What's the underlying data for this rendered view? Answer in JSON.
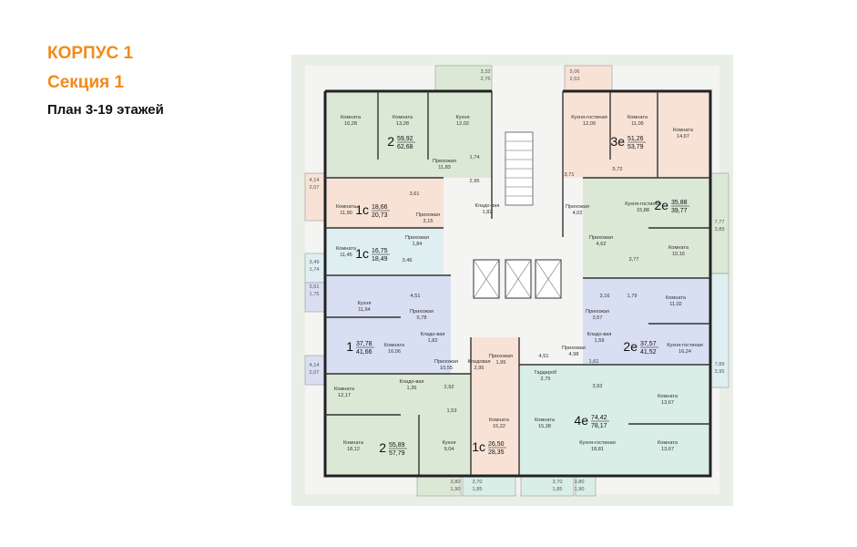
{
  "header": {
    "building": "КОРПУС 1",
    "section": "Секция 1",
    "plan": "План 3-19 этажей"
  },
  "colors": {
    "green": "#dbe8d6",
    "peach": "#f8e2d6",
    "blue": "#d9dff2",
    "lblue": "#dfeef0",
    "mint": "#d9eee6",
    "outer": "#e9efe6",
    "accent": "#f28a1a"
  },
  "apartments": [
    {
      "type": "2",
      "area": "59,92",
      "total": "62,68"
    },
    {
      "type": "1с",
      "area": "18,66",
      "total": "20,73"
    },
    {
      "type": "1с",
      "area": "16,75",
      "total": "18,49"
    },
    {
      "type": "1",
      "area": "37,78",
      "total": "41,66"
    },
    {
      "type": "2",
      "area": "55,89",
      "total": "57,79"
    },
    {
      "type": "1с",
      "area": "26,50",
      "total": "28,35"
    },
    {
      "type": "4е",
      "area": "74,42",
      "total": "78,17"
    },
    {
      "type": "2е",
      "area": "37,57",
      "total": "41,52"
    },
    {
      "type": "2е",
      "area": "35,88",
      "total": "39,77"
    },
    {
      "type": "3е",
      "area": "51,26",
      "total": "53,79"
    }
  ],
  "rooms": [
    {
      "name": "Комната",
      "area": "16,28"
    },
    {
      "name": "Комната",
      "area": "13,28"
    },
    {
      "name": "Кухня",
      "area": "12,02"
    },
    {
      "name": "Прихожая",
      "area": "11,83"
    },
    {
      "name": "Комната",
      "area": "11,90"
    },
    {
      "name": "Прихожая",
      "area": "3,15"
    },
    {
      "name": "Кладо-вая",
      "area": "1,82"
    },
    {
      "name": "Прихожая",
      "area": "1,84"
    },
    {
      "name": "Комната",
      "area": "11,45"
    },
    {
      "name": "Кухня",
      "area": "11,64"
    },
    {
      "name": "Прихожая",
      "area": "5,78"
    },
    {
      "name": "Комната",
      "area": "16,06"
    },
    {
      "name": "Кладо-вая",
      "area": "1,82"
    },
    {
      "name": "Прихожая",
      "area": "10,55"
    },
    {
      "name": "Кладо-вая",
      "area": "1,36"
    },
    {
      "name": "Комната",
      "area": "12,17"
    },
    {
      "name": "Комната",
      "area": "18,12"
    },
    {
      "name": "Кухня",
      "area": "9,04"
    },
    {
      "name": "Кладовая",
      "area": "2,95"
    },
    {
      "name": "Прихожая",
      "area": "1,95"
    },
    {
      "name": "Комната",
      "area": "15,22"
    },
    {
      "name": "Гардероб",
      "area": "2,75"
    },
    {
      "name": "Комната",
      "area": "15,38"
    },
    {
      "name": "Прихожая",
      "area": "4,98"
    },
    {
      "name": "Кухня-гостиная",
      "area": "18,81"
    },
    {
      "name": "Комната",
      "area": "13,67"
    },
    {
      "name": "Комната",
      "area": "13,67"
    },
    {
      "name": "Кухня-гостиная",
      "area": "16,24"
    },
    {
      "name": "Комната",
      "area": "11,02"
    },
    {
      "name": "Кладо-вая",
      "area": "1,59"
    },
    {
      "name": "Прихожая",
      "area": "3,57"
    },
    {
      "name": "Комната",
      "area": "10,16"
    },
    {
      "name": "Прихожая",
      "area": "4,62"
    },
    {
      "name": "Кухня-гостиная",
      "area": "15,88"
    },
    {
      "name": "Прихожая",
      "area": "4,02"
    },
    {
      "name": "Кухня-гостиная",
      "area": "12,09"
    },
    {
      "name": "Комната",
      "area": "11,05"
    },
    {
      "name": "Комната",
      "area": "14,67"
    }
  ],
  "small_areas": [
    "1,74",
    "2,95",
    "3,61",
    "3,46",
    "4,51",
    "2,92",
    "1,53",
    "4,51",
    "1,61",
    "3,92",
    "3,16",
    "1,79",
    "3,77",
    "3,71",
    "5,72"
  ],
  "balconies": [
    {
      "a": "3,32",
      "b": "2,76"
    },
    {
      "a": "5,06",
      "b": "2,53"
    },
    {
      "a": "4,14",
      "b": "2,07"
    },
    {
      "a": "3,49",
      "b": "1,74"
    },
    {
      "a": "3,51",
      "b": "1,75"
    },
    {
      "a": "4,14",
      "b": "2,07"
    },
    {
      "a": "3,80",
      "b": "1,90"
    },
    {
      "a": "3,70",
      "b": "1,85"
    },
    {
      "a": "3,70",
      "b": "1,85"
    },
    {
      "a": "3,80",
      "b": "1,90"
    },
    {
      "a": "7,89",
      "b": "3,95"
    },
    {
      "a": "7,77",
      "b": "3,89"
    }
  ]
}
